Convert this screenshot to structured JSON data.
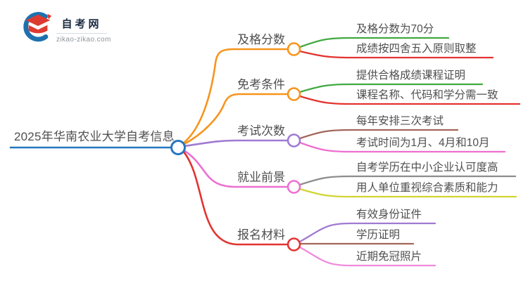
{
  "logo": {
    "site_name": "自考网",
    "domain": "zikao-zikao.com"
  },
  "mindmap": {
    "root": {
      "label": "2025年华南农业大学自考信息"
    },
    "branches": [
      {
        "label": "及格分数",
        "children": [
          "及格分数为70分",
          "成绩按四舍五入原则取整"
        ]
      },
      {
        "label": "免考条件",
        "children": [
          "提供合格成绩课程证明",
          "课程名称、代码和学分需一致"
        ]
      },
      {
        "label": "考试次数",
        "children": [
          "每年安排三次考试",
          "考试时间为1月、4月和10月"
        ]
      },
      {
        "label": "就业前景",
        "children": [
          "自考学历在中小企业认可度高",
          "用人单位重视综合素质和能力"
        ]
      },
      {
        "label": "报名材料",
        "children": [
          "有效身份证件",
          "学历证明",
          "近期免冠照片"
        ]
      }
    ]
  },
  "colors": {
    "blue": "#2577c0",
    "orange": "#f7941d",
    "green": "#41a941",
    "red": "#e23430",
    "purple": "#a07ad2",
    "pink": "#ee6fd1",
    "light_pink": "#f08adc",
    "brown": "#a2665a",
    "gray": "#8c8c8c",
    "olive": "#d2d434",
    "text": "#4f4f4f",
    "logo_blue": "#1d71ae",
    "logo_red": "#dd3b31",
    "logo_navy": "#1b2b40",
    "logo_gray": "#8e959b"
  }
}
